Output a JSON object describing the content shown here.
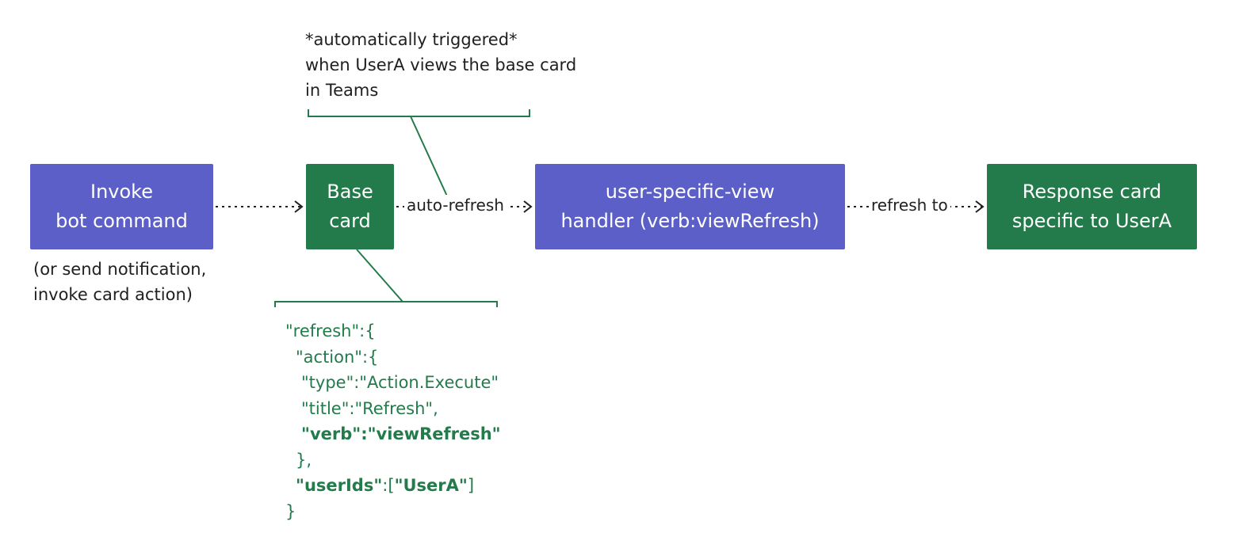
{
  "nodes": {
    "invoke": {
      "label": "Invoke\nbot command"
    },
    "base_card": {
      "label": "Base\ncard"
    },
    "handler": {
      "label": "user-specific-view\nhandler (verb:viewRefresh)"
    },
    "response": {
      "label": "Response card\nspecific to UserA"
    }
  },
  "edges": {
    "auto_refresh": "auto-refresh",
    "refresh_to": "refresh to"
  },
  "notes": {
    "trigger": "*automatically triggered*\nwhen UserA views the base card\nin Teams",
    "invoke_alt": "(or send notification,\ninvoke card action)"
  },
  "code": {
    "line1": "\"refresh\":{",
    "line2": "\"action\":{",
    "line3": "\"type\":\"Action.Execute\"",
    "line4": "\"title\":\"Refresh\",",
    "line5": "\"verb\":\"viewRefresh\"",
    "line6": "},",
    "line7_key": "\"userIds\"",
    "line7_sep1": ":[",
    "line7_val": "\"UserA\"",
    "line7_end": "]",
    "line8": "}"
  },
  "colors": {
    "purple": "#5b5fc7",
    "green": "#237b4b",
    "connector": "#237b4b",
    "arrow": "#202020"
  }
}
